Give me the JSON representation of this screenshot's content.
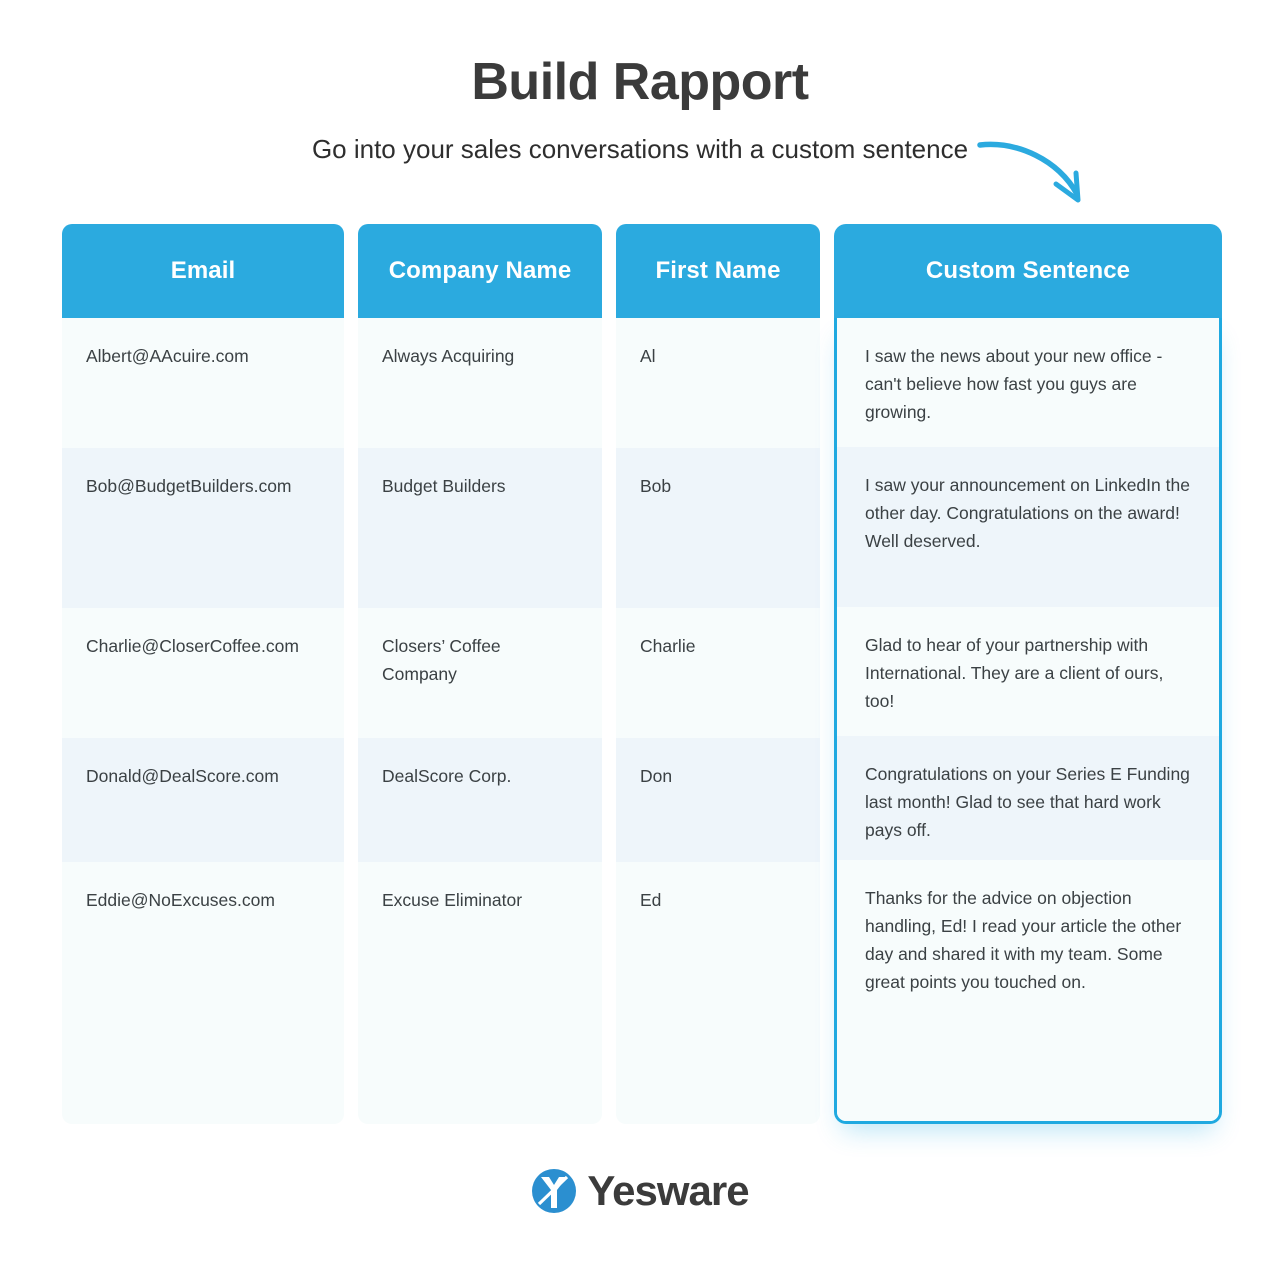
{
  "header": {
    "title": "Build Rapport",
    "subtitle": "Go into your sales conversations with a custom sentence",
    "arrow_icon": "curved-arrow-icon",
    "accent_color": "#2BAADF"
  },
  "table": {
    "columns": [
      {
        "key": "email",
        "label": "Email",
        "highlighted": false
      },
      {
        "key": "company",
        "label": "Company Name",
        "highlighted": false
      },
      {
        "key": "first",
        "label": "First Name",
        "highlighted": false
      },
      {
        "key": "sentence",
        "label": "Custom Sentence",
        "highlighted": true
      }
    ],
    "rows": [
      {
        "email": "Albert@AAcuire.com",
        "company": "Always Acquiring",
        "first": "Al",
        "sentence": "I saw the news about your new office - can't believe how fast you guys are growing."
      },
      {
        "email": "Bob@BudgetBuilders.com",
        "company": "Budget Builders",
        "first": "Bob",
        "sentence": "I saw your announcement on LinkedIn the other day. Congratulations on the award! Well deserved."
      },
      {
        "email": "Charlie@CloserCoffee.com",
        "company": "Closers’ Coffee Company",
        "first": "Charlie",
        "sentence": "Glad to hear of your partnership with International. They are a client of ours, too!"
      },
      {
        "email": "Donald@DealScore.com",
        "company": "DealScore Corp.",
        "first": "Don",
        "sentence": "Congratulations on your Series E Funding last month! Glad to see that hard work pays off."
      },
      {
        "email": "Eddie@NoExcuses.com",
        "company": "Excuse Eliminator",
        "first": "Ed",
        "sentence": "Thanks for the advice on objection handling, Ed! I read your article the other day and shared it with my team. Some great points you touched on."
      }
    ]
  },
  "footer": {
    "brand": "Yesware",
    "logo_icon": "yesware-logo-icon",
    "logo_color": "#2B8FD0"
  }
}
